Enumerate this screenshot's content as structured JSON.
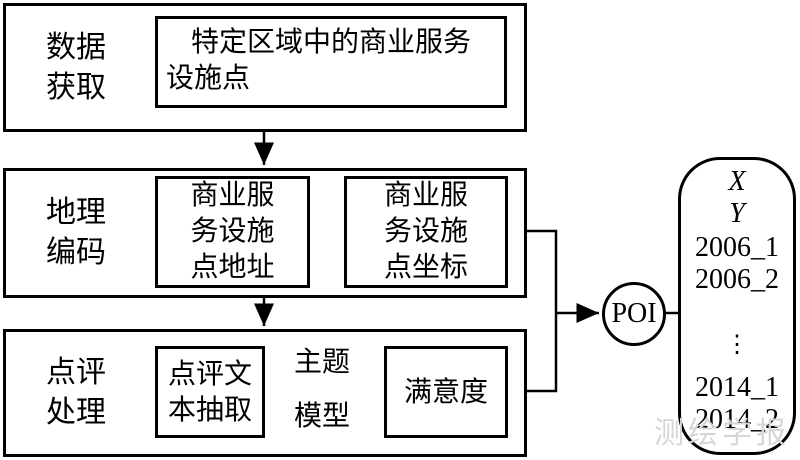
{
  "stages": [
    {
      "label_line1": "数据",
      "label_line2": "获取"
    },
    {
      "label_line1": "地理",
      "label_line2": "编码"
    },
    {
      "label_line1": "点评",
      "label_line2": "处理"
    }
  ],
  "boxes": {
    "poi_points": {
      "line1": "特定区域中的商业服务",
      "line2": "设施点"
    },
    "address": {
      "line1": "商业服",
      "line2": "务设施",
      "line3": "点地址"
    },
    "coords": {
      "line1": "商业服",
      "line2": "务设施",
      "line3": "点坐标"
    },
    "review_extract": {
      "line1": "点评文",
      "line2": "本抽取"
    },
    "satisfaction": {
      "text": "满意度"
    }
  },
  "topic_model": {
    "line1": "主题",
    "line2": "模型"
  },
  "poi": {
    "label": "POI"
  },
  "fields": {
    "x": "X",
    "y": "Y",
    "f1": "2006_1",
    "f2": "2006_2",
    "ellipsis": "⋮",
    "f3": "2014_1",
    "f4": "2014_2"
  },
  "watermark": "测绘学报"
}
